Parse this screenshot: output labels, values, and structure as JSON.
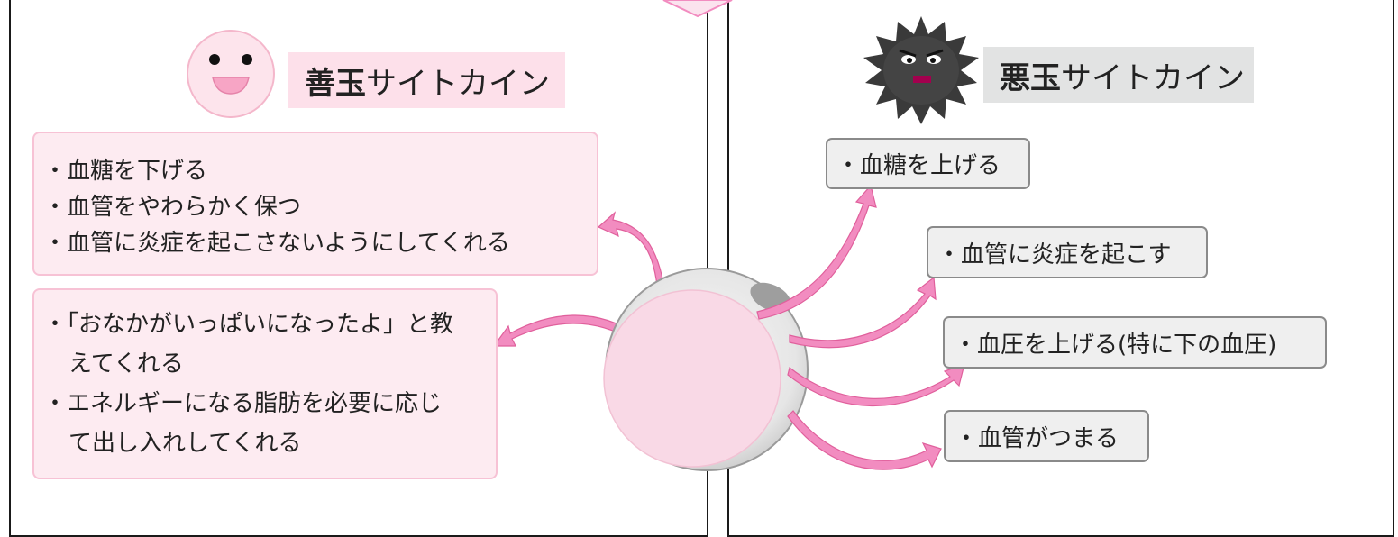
{
  "good_panel": {
    "title_bold": "善玉",
    "title_rest": "サイトカイン",
    "items_1": [
      "・血糖を下げる",
      "・血管をやわらかく保つ",
      "・血管に炎症を起こさないようにしてくれる"
    ],
    "items_2": [
      "・「おなかがいっぱいになったよ」と教",
      "えてくれる",
      "・エネルギーになる脂肪を必要に応じ",
      "て出し入れしてくれる"
    ]
  },
  "bad_panel": {
    "title_bold": "悪玉",
    "title_rest": "サイトカイン",
    "items": [
      "・血糖を上げる",
      "・血管に炎症を起こす",
      "・血圧を上げる(特に下の血圧)",
      "・血管がつまる"
    ]
  },
  "colors": {
    "good_accent": "#fde0ea",
    "good_box": "#fdebf1",
    "arrow_pink": "#f28cc0",
    "bad_title_bg": "#e2e3e3",
    "bad_box": "#efefef",
    "germ_dark": "#3a3a3a"
  },
  "icons": {
    "good_face": "smiling-face-icon",
    "bad_face": "angry-germ-icon",
    "cell": "fat-cell-illustration"
  }
}
